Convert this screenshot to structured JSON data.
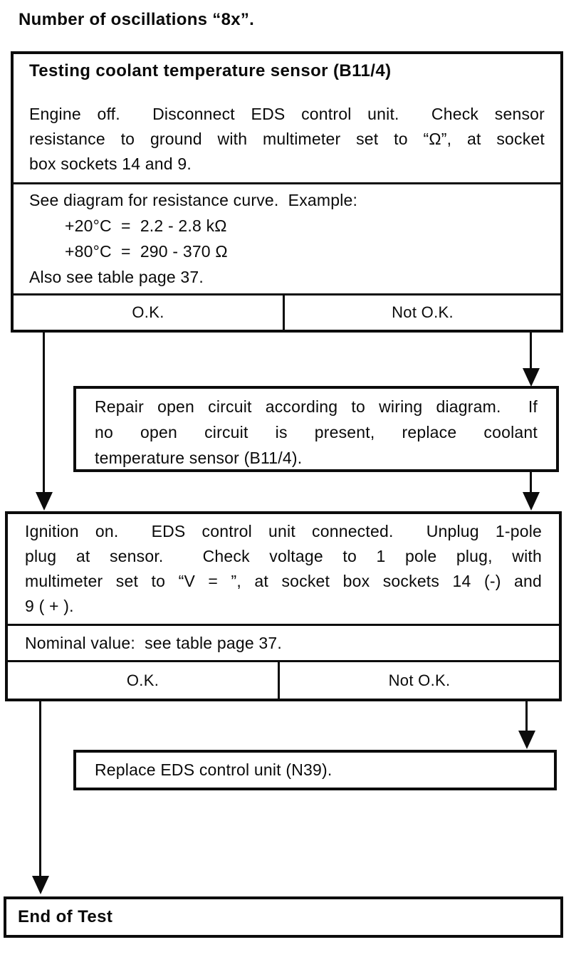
{
  "page": {
    "title": "Number of oscillations “8x”."
  },
  "flowchart": {
    "test_box": {
      "heading": "Testing coolant temperature sensor (B11/4)",
      "procedure_lines": [
        "Engine off.  Disconnect EDS control unit.  Check sensor",
        "resistance to ground with multimeter set to “Ω”, at socket",
        "box sockets 14 and 9."
      ],
      "reference_lines": [
        "See diagram for resistance curve.  Example:",
        "+20°C  =  2.2 - 2.8 kΩ",
        "+80°C  =  290 - 370 Ω",
        "Also see table page 37."
      ],
      "ok_label": "O.K.",
      "not_ok_label": "Not O.K."
    },
    "repair_box": {
      "lines": [
        "Repair open circuit according to wiring diagram.  If",
        "no open circuit is present, replace coolant",
        "temperature sensor (B11/4)."
      ]
    },
    "voltage_box": {
      "procedure_lines": [
        "Ignition on.  EDS control unit connected.  Unplug 1-pole",
        "plug at sensor.  Check voltage to 1 pole plug, with",
        "multimeter set to “V = ”, at socket box sockets 14 (-) and",
        "9 ( + )."
      ],
      "nominal_value": "Nominal value:  see table page 37.",
      "ok_label": "O.K.",
      "not_ok_label": "Not O.K."
    },
    "replace_box": {
      "text": "Replace EDS control unit (N39)."
    },
    "end_box": {
      "text": "End of Test"
    }
  }
}
